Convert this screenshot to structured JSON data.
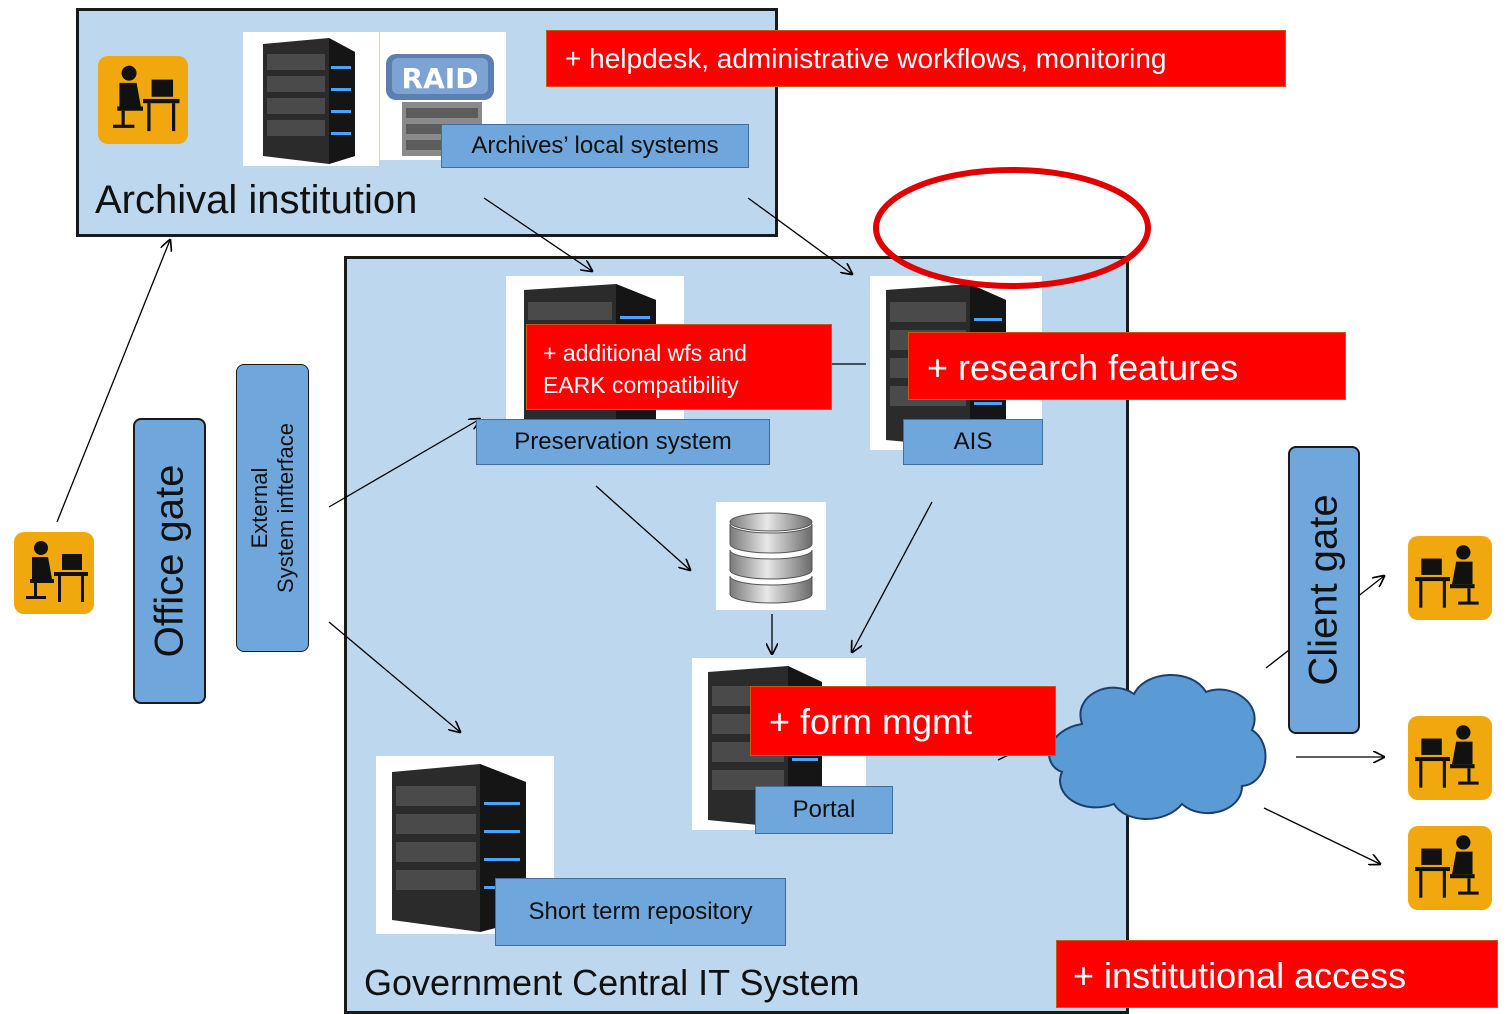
{
  "archival": {
    "title": "Archival institution",
    "local_systems": "Archives’ local systems",
    "raid_label": "RAID"
  },
  "central": {
    "title": "Government Central IT System",
    "preservation": "Preservation system",
    "ais": "AIS",
    "portal": "Portal",
    "short_term": "Short term repository"
  },
  "gates": {
    "office": "Office gate",
    "client": "Client gate",
    "external_line1": "External",
    "external_line2": "System infterface"
  },
  "annotations": {
    "helpdesk": "+ helpdesk, administrative workflows, monitoring",
    "wfs_line1": "+ additional wfs and",
    "wfs_line2": "EARK compatibility",
    "research": "+ research features",
    "form": "+ form mgmt",
    "institutional": "+ institutional access"
  },
  "colors": {
    "box_fill": "#bdd7ee",
    "tag_fill": "#6fa7dc",
    "highlight_red": "#ff0000",
    "cloud": "#5b9bd5",
    "person_bg": "#f0a80e"
  },
  "icons": [
    "person-at-desk-icon",
    "server-icon",
    "raid-icon",
    "database-icon",
    "cloud-icon"
  ]
}
